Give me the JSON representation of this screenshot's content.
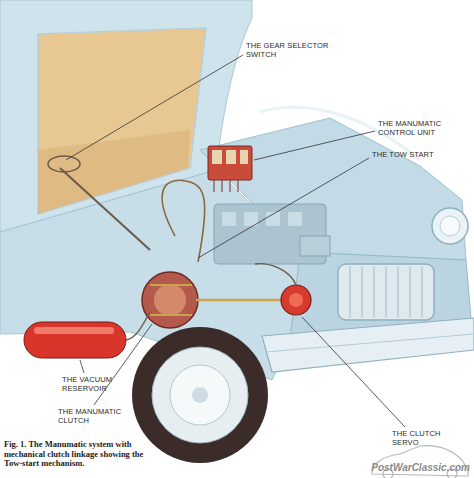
{
  "diagram": {
    "caption": "Fig. 1. The Manumatic system with mechanical clutch linkage showing the Tow-start mechanism.",
    "labels": [
      "THE GEAR SELECTOR SWITCH",
      "THE MANUMATIC CONTROL UNIT",
      "THE TOW START",
      "THE VACUUM RESERVOIR",
      "THE MANUMATIC CLUTCH",
      "THE CLUTCH SERVO",
      "PostWarClassic.com"
    ]
  }
}
